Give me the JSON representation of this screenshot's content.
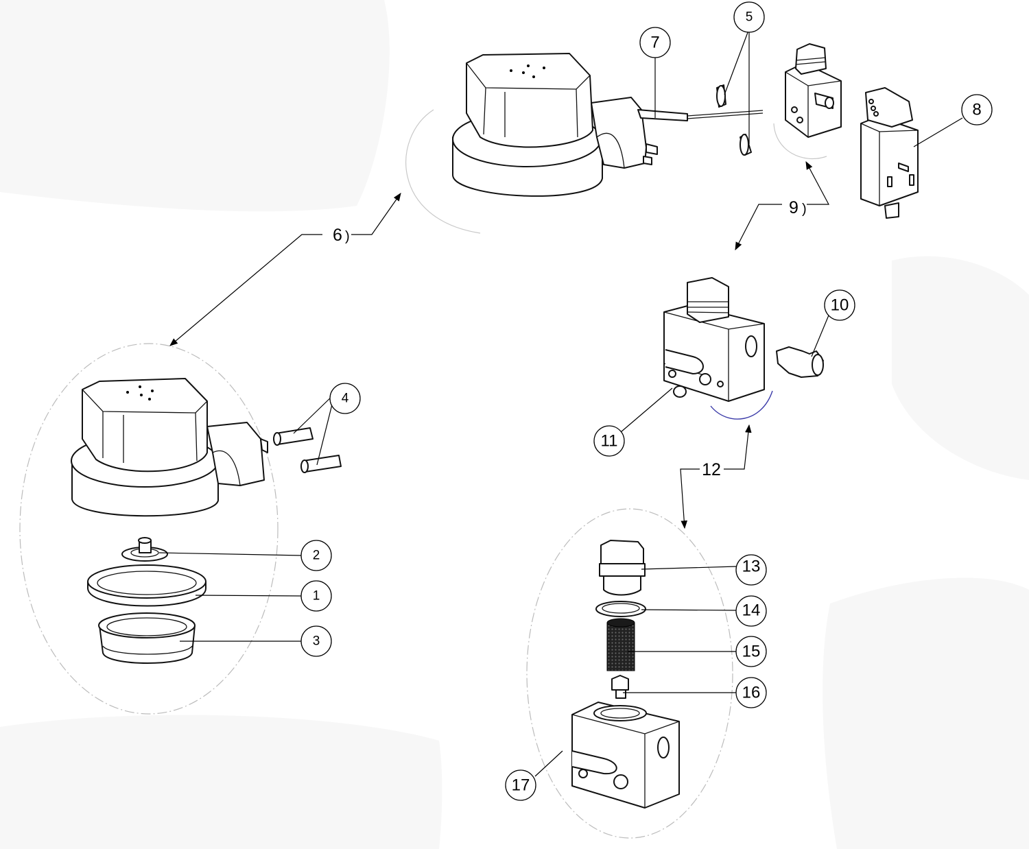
{
  "figure": {
    "balloons": [
      {
        "id": "b1",
        "label": "1"
      },
      {
        "id": "b2",
        "label": "2"
      },
      {
        "id": "b3",
        "label": "3"
      },
      {
        "id": "b4",
        "label": "4"
      },
      {
        "id": "b5",
        "label": "5"
      },
      {
        "id": "b7",
        "label": "7"
      },
      {
        "id": "b8",
        "label": "8"
      },
      {
        "id": "b10",
        "label": "10"
      },
      {
        "id": "b11",
        "label": "11"
      },
      {
        "id": "b13",
        "label": "13"
      },
      {
        "id": "b14",
        "label": "14"
      },
      {
        "id": "b15",
        "label": "15"
      },
      {
        "id": "b16",
        "label": "16"
      },
      {
        "id": "b17",
        "label": "17"
      }
    ],
    "detail_refs": [
      {
        "id": "r6",
        "label": "6",
        "paren": ")"
      },
      {
        "id": "r9",
        "label": "9",
        "paren": ")"
      },
      {
        "id": "r12",
        "label": "12",
        "paren": ""
      }
    ],
    "colors": {
      "line": "#111111",
      "detail_ring": "#bbbbbb",
      "highlight_arc": "#3a3aa8"
    }
  }
}
